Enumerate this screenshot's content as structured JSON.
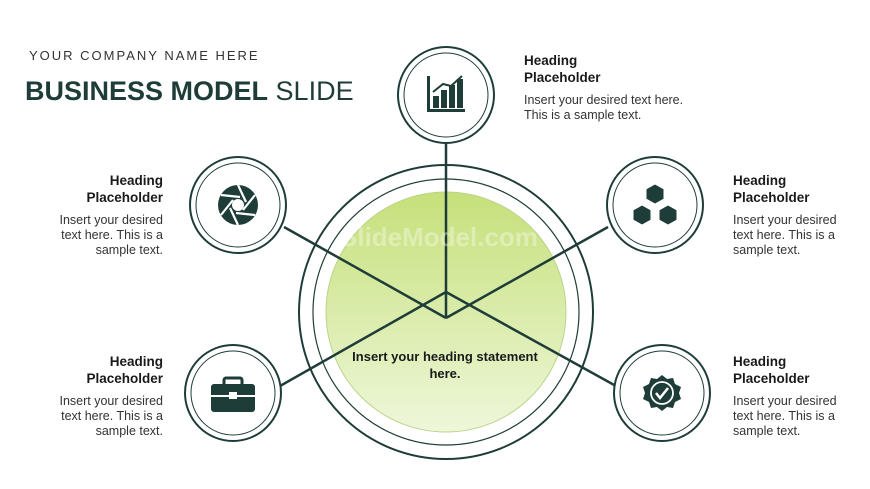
{
  "header": {
    "company": "YOUR COMPANY NAME HERE",
    "title_bold": "BUSINESS MODEL",
    "title_light": "SLIDE"
  },
  "center": {
    "statement": "Insert your heading statement  here.",
    "watermark": "SlideModel.com"
  },
  "nodes": [
    {
      "id": "top",
      "icon": "bar-chart-icon",
      "heading_line1": "Heading",
      "heading_line2": "Placeholder",
      "text": "Insert your desired text here. This is a sample text."
    },
    {
      "id": "upper-left",
      "icon": "aperture-icon",
      "heading_line1": "Heading",
      "heading_line2": "Placeholder",
      "text": "Insert your desired text here. This is a sample text."
    },
    {
      "id": "upper-right",
      "icon": "cubes-icon",
      "heading_line1": "Heading",
      "heading_line2": "Placeholder",
      "text": "Insert your desired text here. This is a sample text."
    },
    {
      "id": "lower-left",
      "icon": "briefcase-icon",
      "heading_line1": "Heading",
      "heading_line2": "Placeholder",
      "text": "Insert your desired text here. This is a sample text."
    },
    {
      "id": "lower-right",
      "icon": "badge-check-icon",
      "heading_line1": "Heading",
      "heading_line2": "Placeholder",
      "text": "Insert your desired text here. This is a sample text."
    }
  ],
  "colors": {
    "primary": "#1f3d38",
    "green_top": "#c6e07a",
    "green_bottom": "#eef7da"
  }
}
